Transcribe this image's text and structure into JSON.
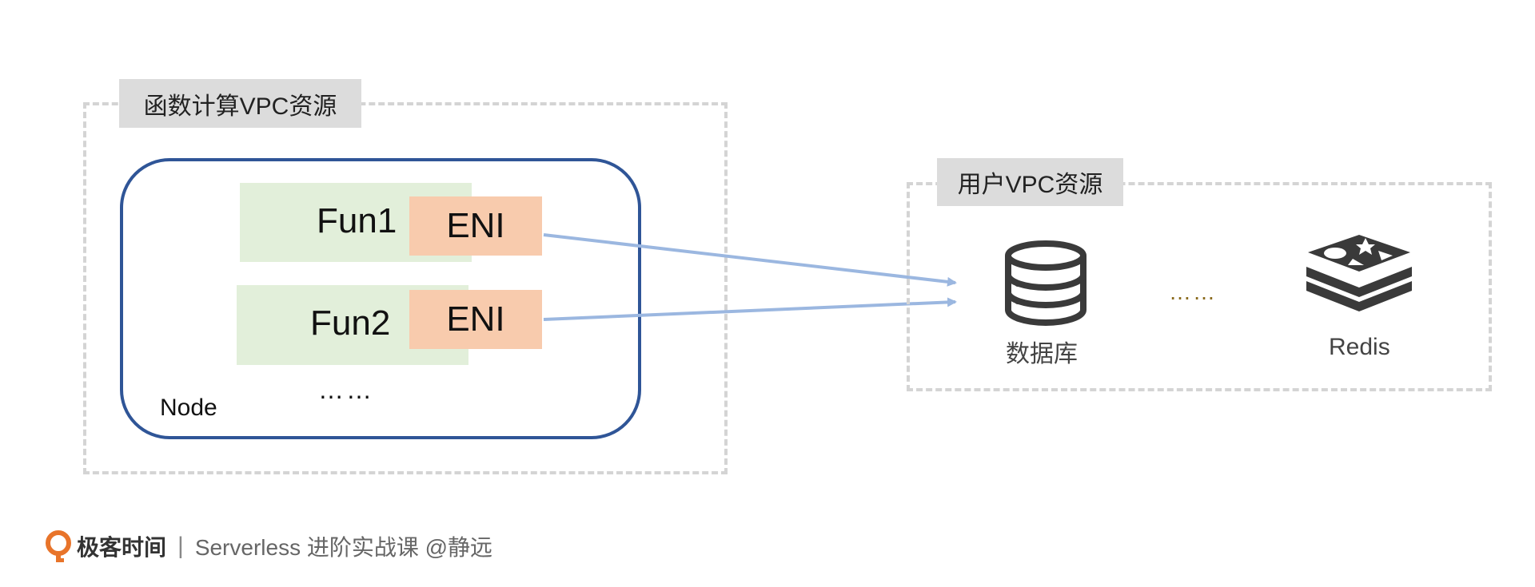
{
  "function_vpc": {
    "label": "函数计算VPC资源",
    "node_label": "Node",
    "functions": [
      {
        "name": "Fun1",
        "eni": "ENI"
      },
      {
        "name": "Fun2",
        "eni": "ENI"
      }
    ],
    "more": "……"
  },
  "user_vpc": {
    "label": "用户VPC资源",
    "database_label": "数据库",
    "separator": "……",
    "redis_label": "Redis"
  },
  "footer": {
    "brand": "极客时间",
    "separator": "|",
    "course": "Serverless 进阶实战课 @静远"
  },
  "colors": {
    "region_border": "#d4d4d4",
    "label_bg": "#dcdcdc",
    "node_border": "#2f5597",
    "function_bg": "#e2efda",
    "eni_bg": "#f8cbad",
    "arrow": "#9bb7e0",
    "icon": "#3a3a3a",
    "logo": "#e8742a"
  },
  "icons": [
    "database-icon",
    "redis-icon",
    "geektime-logo-icon"
  ]
}
